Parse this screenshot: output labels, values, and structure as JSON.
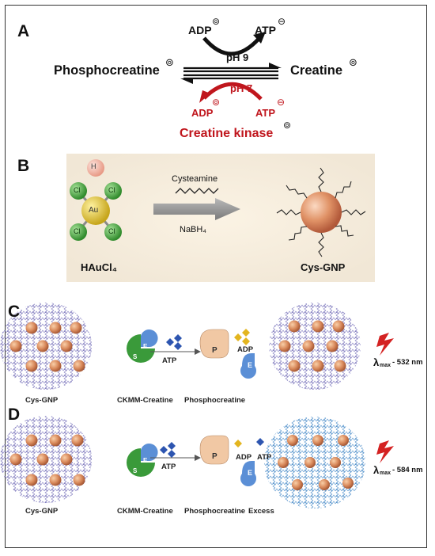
{
  "panel_a": {
    "letter": "A",
    "phosphocreatine": "Phosphocreatine",
    "creatine": "Creatine",
    "adp_top": "ADP",
    "atp_top": "ATP",
    "ph9": "pH 9",
    "ph7": "pH 7",
    "adp_bottom": "ADP",
    "atp_bottom": "ATP",
    "enzyme": "Creatine kinase",
    "zwitter_symbol": "⊚",
    "minus_symbol": "⊖"
  },
  "panel_b": {
    "letter": "B",
    "h": "H",
    "au": "Au",
    "cl": "Cl",
    "reagent_top": "Cysteamine",
    "reagent_bottom": "NaBH₄",
    "left_label": "HAuCl₄",
    "right_label": "Cys-GNP"
  },
  "panel_c": {
    "letter": "C",
    "gnp_label": "Cys-GNP",
    "enzyme_label": "CKMM-Creatine",
    "product_label": "Phosphocreatine",
    "s": "S",
    "e": "E",
    "p": "P",
    "atp": "ATP",
    "adp": "ADP",
    "lambda": "λ",
    "lambda_sub": "max",
    "wavelength": "- 532 nm"
  },
  "panel_d": {
    "letter": "D",
    "gnp_label": "Cys-GNP",
    "enzyme_label": "CKMM-Creatine",
    "product_label": "Phosphocreatine",
    "excess_label": "Excess",
    "s": "S",
    "e": "E",
    "p": "P",
    "atp": "ATP",
    "adp": "ADP",
    "atp_right": "ATP",
    "lambda": "λ",
    "lambda_sub": "max",
    "wavelength": "- 584 nm"
  },
  "colors": {
    "red": "#c0161d",
    "gold": "#d98a5c",
    "green": "#3a9a3a",
    "blue_enzyme": "#5b8fd6",
    "diamond_blue": "#2d55b0",
    "diamond_yellow": "#e3b51f",
    "p_blob": "#f1c8a4"
  }
}
